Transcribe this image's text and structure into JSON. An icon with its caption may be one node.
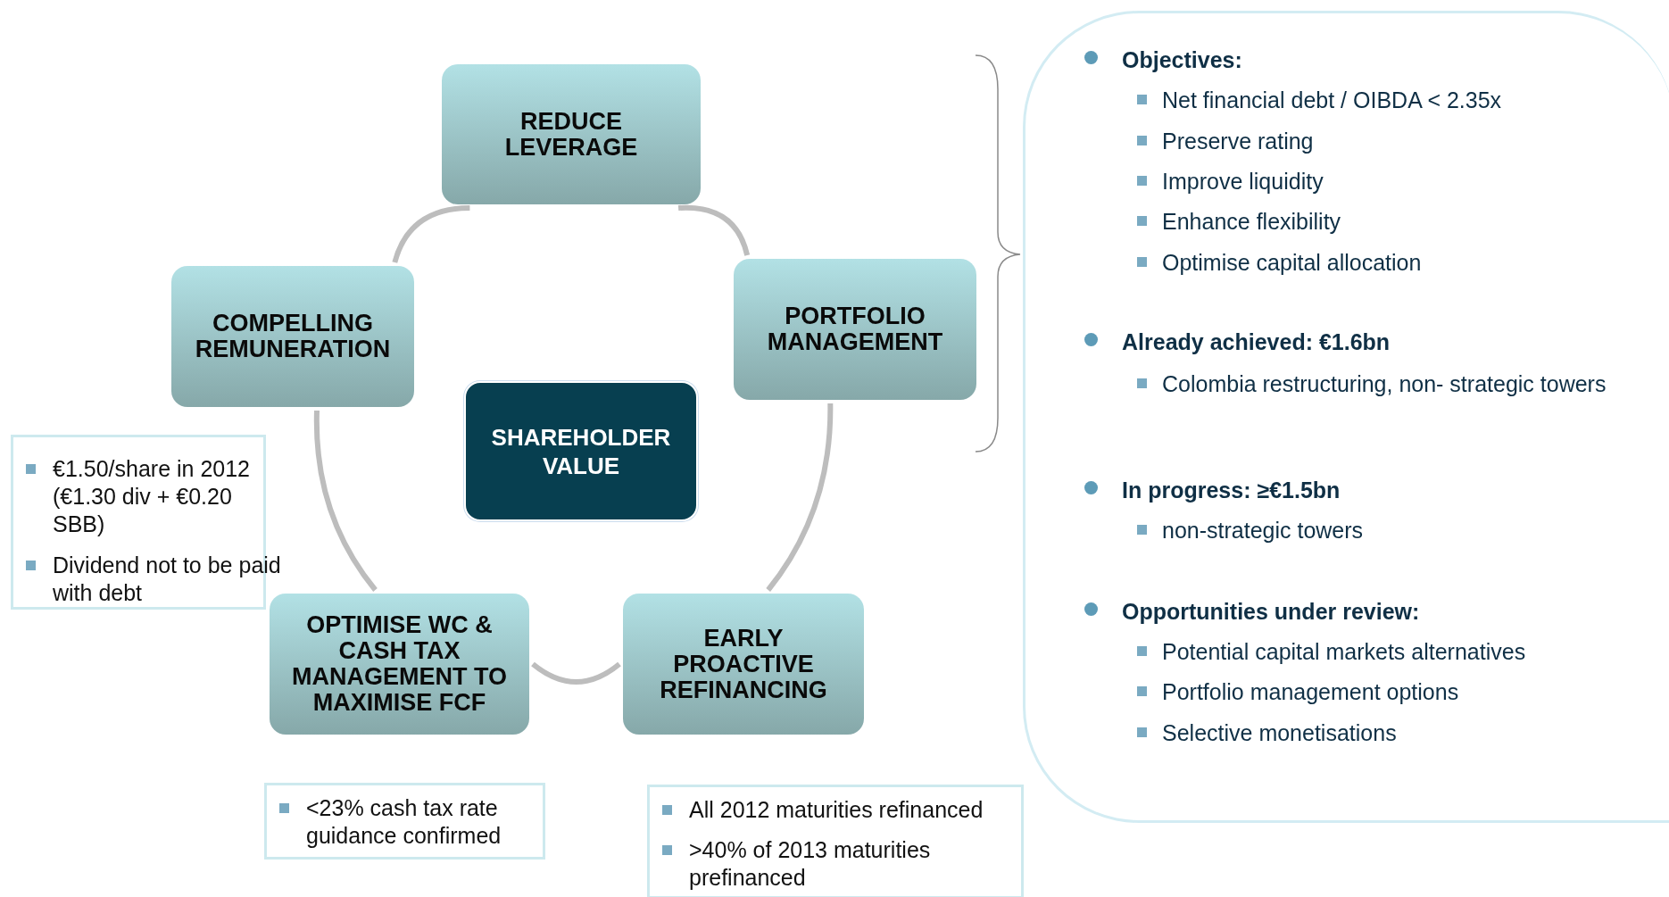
{
  "diagram": {
    "nodes": [
      {
        "text": [
          "REDUCE LEVERAGE"
        ]
      },
      {
        "text": [
          "PORTFOLIO MANAGEMENT"
        ]
      },
      {
        "text": [
          "EARLY PROACTIVE REFINANCING"
        ]
      },
      {
        "text": [
          "OPTIMISE WC & CASH TAX MANAGEMENT TO MAXIMISE FCF"
        ]
      },
      {
        "text": [
          "COMPELLING REMUNERATION"
        ]
      },
      {
        "text": [
          "SHAREHOLDER VALUE"
        ]
      },
      {
        "text": [
          "€1.50/share  in 2012 (€1.30 div + €0.20 SBB)",
          "Dividend not to be paid with debt"
        ]
      },
      {
        "text": [
          "<23% cash tax rate guidance confirmed"
        ]
      },
      {
        "text": [
          "All 2012 maturities refinanced",
          ">40% of 2013 maturities prefinanced"
        ]
      },
      {
        "text": [
          "**Objectives**:",
          "Net financial debt / OIBDA < 2.35x",
          "Preserve rating",
          "Improve liquidity",
          "Enhance flexibility",
          "Optimise capital allocation",
          "Already achieved: €1.6bn",
          "Colombia restructuring, non- strategic towers",
          "In progress: ≥€1.5bn",
          "non-strategic towers",
          "Opportunities under review:",
          "Potential capital markets alternatives",
          "Portfolio management options",
          "Selective monetisations"
        ]
      }
    ],
    "edges": [
      {
        "from": 0,
        "to": 1,
        "arrow": "none"
      },
      {
        "from": 1,
        "to": 2,
        "arrow": "none"
      },
      {
        "from": 2,
        "to": 3,
        "arrow": "none"
      },
      {
        "from": 3,
        "to": 4,
        "arrow": "none"
      },
      {
        "from": 4,
        "to": 0,
        "arrow": "none"
      }
    ]
  }
}
